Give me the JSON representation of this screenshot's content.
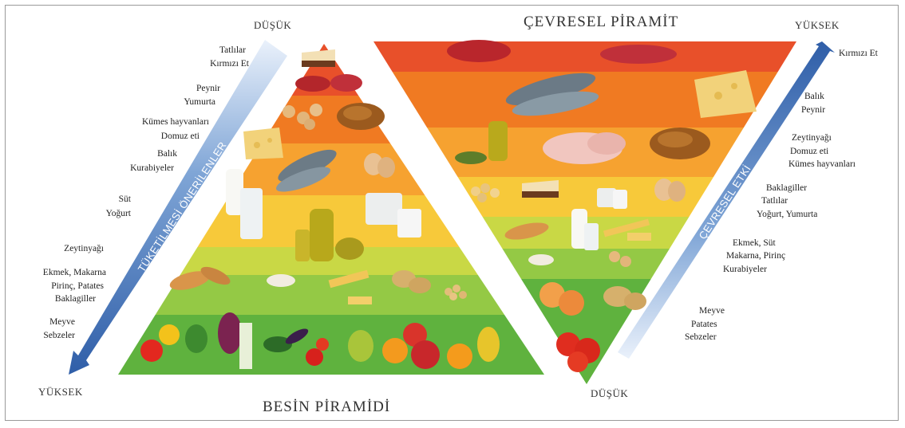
{
  "food_pyramid": {
    "title": "BESİN PİRAMİDİ",
    "top_label": "DÜŞÜK",
    "bottom_label": "YÜKSEK",
    "axis_label": "TÜKETİLMESİ ÖNERİLENLER",
    "items": [
      "Tatlılar",
      "Kırmızı Et",
      "Peynir",
      "Yumurta",
      "Kümes hayvanları",
      "Domuz eti",
      "Balık",
      "Kurabiyeler",
      "Süt",
      "Yoğurt",
      "Zeytinyağı",
      "Ekmek, Makarna",
      "Pirinç, Patates",
      "Baklagiller",
      "Meyve",
      "Sebzeler"
    ]
  },
  "env_pyramid": {
    "title": "ÇEVRESEL PİRAMİT",
    "top_label": "YÜKSEK",
    "bottom_label": "DÜŞÜK",
    "axis_label": "ÇEVRESEL ETKİ",
    "items": [
      "Kırmızı Et",
      "Balık",
      "Peynir",
      "Zeytinyağı",
      "Domuz eti",
      "Kümes hayvanları",
      "Baklagiller",
      "Tatlılar",
      "Yoğurt, Yumurta",
      "Ekmek, Süt",
      "Makarna, Pirinç",
      "Kurabiyeler",
      "Meyve",
      "Patates",
      "Sebzeler"
    ]
  },
  "food_icons": [
    "cake-icon",
    "red-meat-icon",
    "cookies-icon",
    "chicken-icon",
    "cheese-icon",
    "fish-icon",
    "eggs-icon",
    "milk-icon",
    "yogurt-icon",
    "olive-oil-icon",
    "bread-icon",
    "rice-icon",
    "pasta-icon",
    "potato-icon",
    "chickpea-icon",
    "vegetables-icon",
    "fruits-icon",
    "peach-icon",
    "tomato-icon"
  ],
  "colors": {
    "band_red": "#e8502a",
    "band_orange": "#f07a22",
    "band_light_orange": "#f6a230",
    "band_yellow": "#f7c93a",
    "band_yellow_green": "#c9d845",
    "band_light_green": "#94c945",
    "band_green": "#5fb23e",
    "arrow_blue": "#3f6fb3"
  }
}
